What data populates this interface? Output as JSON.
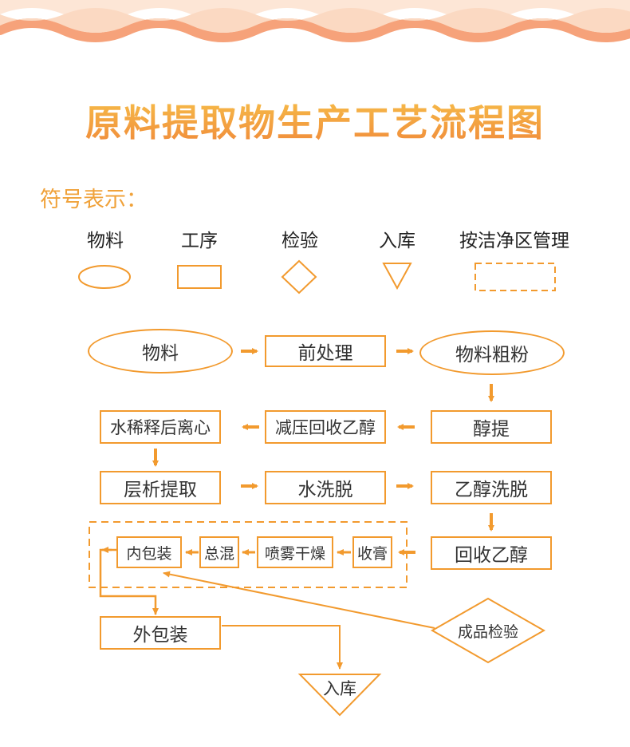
{
  "title": "原料提取物生产工艺流程图",
  "legend": {
    "heading": "符号表示：",
    "items": [
      {
        "shape": "ellipse",
        "label": "物料"
      },
      {
        "shape": "rectangle",
        "label": "工序"
      },
      {
        "shape": "diamond",
        "label": "检验"
      },
      {
        "shape": "triangle",
        "label": "入库"
      },
      {
        "shape": "dashed-rectangle",
        "label": "按洁净区管理"
      }
    ]
  },
  "flow": {
    "material": "物料",
    "pretreatment": "前处理",
    "coarse_powder": "物料粗粉",
    "alcohol_extraction": "醇提",
    "vacuum_recovery": "减压回收乙醇",
    "water_dilution": "水稀释后离心",
    "chromatography": "层析提取",
    "water_elution": "水洗脱",
    "ethanol_elution": "乙醇洗脱",
    "recover_ethanol": "回收乙醇",
    "concentrate": "收膏",
    "spray_dry": "喷雾干燥",
    "total_mix": "总混",
    "inner_pack": "内包装",
    "outer_pack": "外包装",
    "inspection": "成品检验",
    "storage": "入库"
  },
  "colors": {
    "accent": "#f29a2e",
    "title_top": "#f7c04a",
    "title_bottom": "#f08a3a",
    "legend_heading": "#f0a23a",
    "wave_light": "#fbd9c2",
    "wave_dark": "#f6a27a"
  }
}
